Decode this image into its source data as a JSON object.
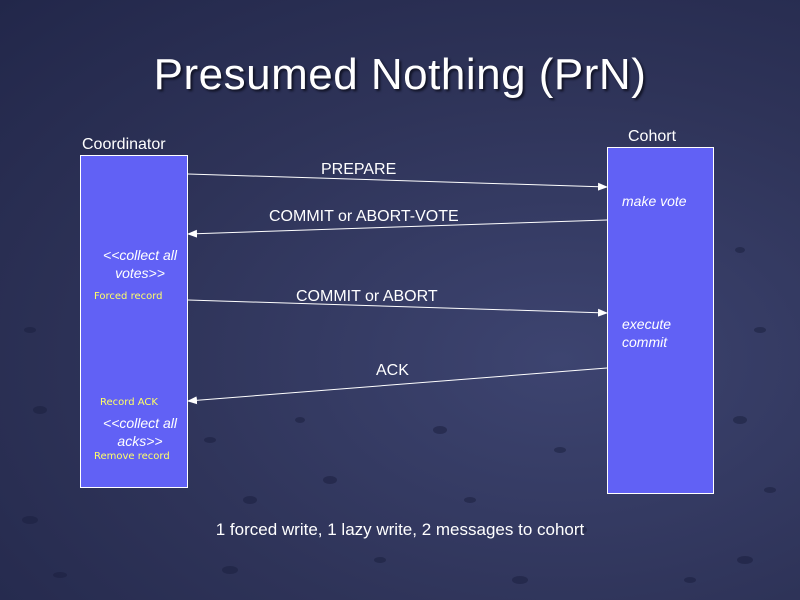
{
  "title": "Presumed Nothing (PrN)",
  "lanes": {
    "coordinator": "Coordinator",
    "cohort": "Cohort"
  },
  "messages": {
    "prepare": "PREPARE",
    "vote": "COMMIT or ABORT-VOTE",
    "decision": "COMMIT or ABORT",
    "ack": "ACK"
  },
  "coordinator_notes": {
    "collect_votes": "<<collect all votes>>",
    "forced_record": "Forced record",
    "record_ack": "Record ACK",
    "collect_acks": "<<collect all acks>>",
    "remove_record": "Remove record"
  },
  "cohort_notes": {
    "make_vote": "make vote",
    "execute_commit": "execute commit"
  },
  "footer": "1 forced write, 1 lazy write, 2 messages to cohort",
  "colors": {
    "lifeline": "#6161f5",
    "small_note": "#ffff66"
  }
}
